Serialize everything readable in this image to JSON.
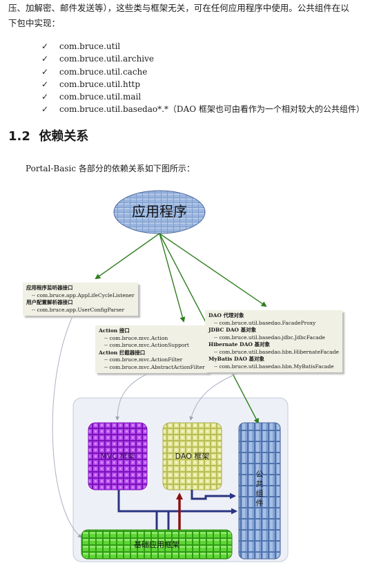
{
  "paragraph": {
    "line1": "压、加解密、邮件发送等），这些类与框架无关，可在任何应用程序中使用。公共组件在以",
    "line2": "下包中实现："
  },
  "bullets": [
    "com.bruce.util",
    "com.bruce.util.archive",
    "com.bruce.util.cache",
    "com.bruce.util.http",
    "com.bruce.util.mail",
    "com.bruce.util.basedao*.*（DAO 框架也可由看作为一个相对较大的公共组件）"
  ],
  "check_glyph": "✓",
  "section": {
    "number": "1.2",
    "title": "依赖关系"
  },
  "intro": "Portal-Basic 各部分的依赖关系如下图所示：",
  "diagram": {
    "top_node": "应用程序",
    "note_app": {
      "l1": "应用程序监听器接口",
      "l2": "-- com.bruce.app.AppLifeCycleListener",
      "l3": "用户配置解析器接口",
      "l4": "-- com.bruce.app.UserConfigParser"
    },
    "note_mvc": {
      "l1": "Action 接口",
      "l2": "-- com.bruce.mvc.Action",
      "l3": "-- com.bruce.mvc.ActionSupport",
      "l4": "Action 拦截器接口",
      "l5": "-- com.bruce.mvc.ActionFilter",
      "l6": "-- com.bruce.mvc.AbstractActionFilter"
    },
    "note_dao": {
      "l1": "DAO 代理对象",
      "l2": "-- com.bruce.util.basedao.FacadeProxy",
      "l3": "JDBC DAO 基对象",
      "l4": "-- com.bruce.util.basedao.jdbc.JdbcFacade",
      "l5": "Hibernate DAO 基对象",
      "l6": "-- com.bruce.util.basedao.hbn.HibernateFacade",
      "l7": "MyBatis DAO 基对象",
      "l8": "-- com.bruce.util.basedao.hbn.MyBatisFacade"
    },
    "box_mvc": "MVC 框架",
    "box_dao": "DAO 框架",
    "box_common": [
      "公",
      "共",
      "组",
      "件"
    ],
    "box_base": "基础应用框架",
    "colors": {
      "arrow_green": "#2e7d1e",
      "arrow_navy": "#2a3580",
      "arrow_red": "#8b1010",
      "mvc_purple": "#a21fe0",
      "dao_yellow": "#dadd7a",
      "common_blue": "#6f93c8",
      "base_green": "#4dcc26",
      "oval_blue": "#5b7fb8",
      "panel_bg": "#eef0f7"
    }
  }
}
